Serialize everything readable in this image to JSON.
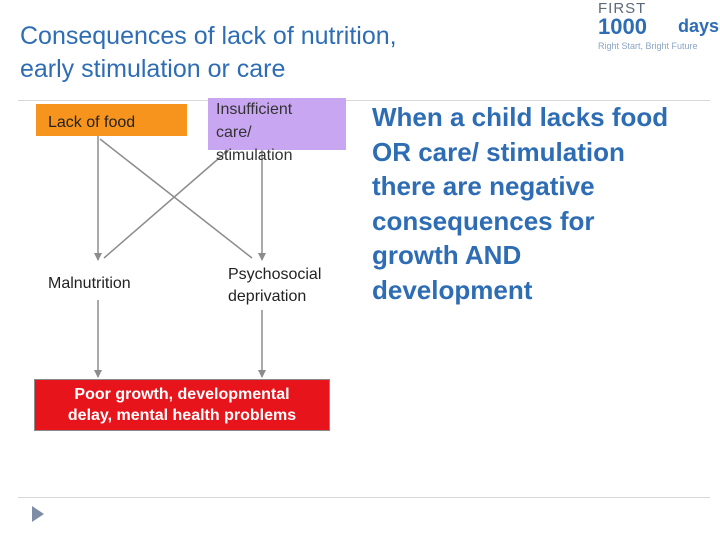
{
  "slide": {
    "title_lines": [
      "Consequences of lack of nutrition,",
      "early stimulation or care"
    ],
    "logo": {
      "line1": "FIRST",
      "number": "1000",
      "days": "days",
      "tagline": "Right Start, Bright Future"
    },
    "diagram": {
      "lack_food": "Lack of  food",
      "care_lines": [
        "Insufficient",
        "care/",
        "stimulation"
      ],
      "malnutrition": "Malnutrition",
      "psychosocial_lines": [
        "Psychosocial",
        "deprivation"
      ],
      "outcome_lines": [
        "Poor growth, developmental",
        "delay,  mental health problems"
      ]
    },
    "summary_lines": [
      "When a child lacks food",
      "OR care/ stimulation",
      "there are negative",
      "consequences for",
      "growth AND",
      "development"
    ],
    "colors": {
      "accent": "#2e6db4",
      "food_box": "#f7941d",
      "care_box": "#c9a6f2",
      "outcome_box": "#e8141b",
      "arrow": "#8c8c8c"
    }
  }
}
